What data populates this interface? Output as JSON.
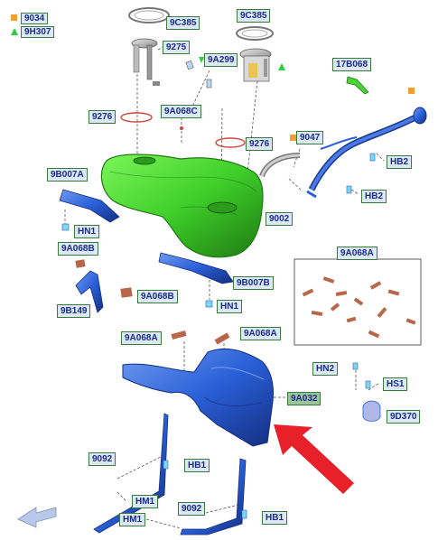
{
  "legend": [
    {
      "symbol": "orange-square",
      "code": "9034"
    },
    {
      "symbol": "green-triangle",
      "code": "9H307"
    }
  ],
  "labels": {
    "l9C385a": "9C385",
    "l9C385b": "9C385",
    "l9275": "9275",
    "l9A299": "9A299",
    "l17B068": "17B068",
    "l9276a": "9276",
    "l9A068C": "9A068C",
    "l9276b": "9276",
    "l9047": "9047",
    "lHB2a": "HB2",
    "lHB2b": "HB2",
    "l9B007A": "9B007A",
    "l9002": "9002",
    "lHN1a": "HN1",
    "l9A068B_1": "9A068B",
    "l9A068A_box": "9A068A",
    "l9B007B": "9B007B",
    "l9A068B_2": "9A068B",
    "lHN1b": "HN1",
    "l9B149": "9B149",
    "l9A068A_1": "9A068A",
    "l9A068A_2": "9A068A",
    "lHN2": "HN2",
    "lHS1": "HS1",
    "l9A032": "9A032",
    "l9D370": "9D370",
    "l9092a": "9092",
    "lHB1a": "HB1",
    "lHM1a": "HM1",
    "l9092b": "9092",
    "lHM1b": "HM1",
    "lHB1b": "HB1"
  },
  "colors": {
    "tank": "#3fcf2a",
    "tank_dark": "#1f7a12",
    "part_blue": "#2a5fd8",
    "part_blue_dark": "#1a3a8a",
    "seal": "#c84a3a",
    "pad": "#b8664a",
    "callout_arrow": "#e8202a"
  }
}
